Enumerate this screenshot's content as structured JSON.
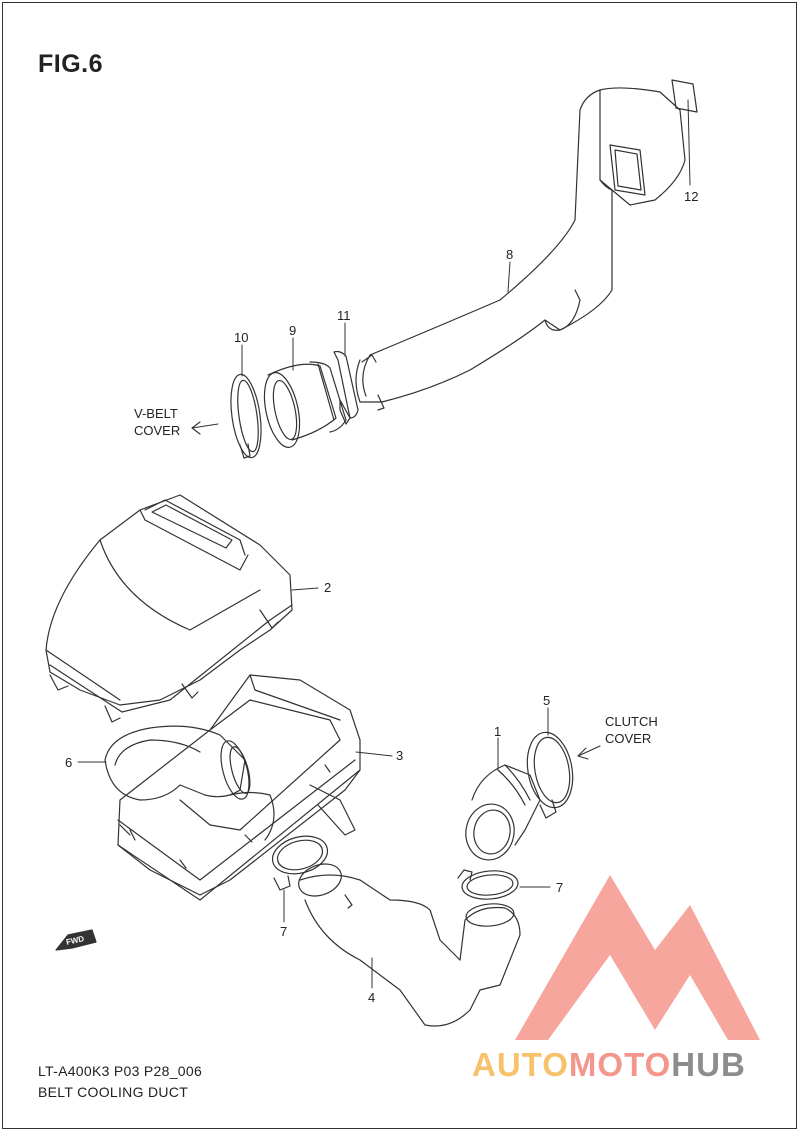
{
  "figure": {
    "title": "FIG.6",
    "footer_line1": "LT-A400K3 P03 P28_006",
    "footer_line2": "BELT COOLING DUCT"
  },
  "callouts": [
    {
      "id": "c1",
      "text": "1"
    },
    {
      "id": "c2",
      "text": "2"
    },
    {
      "id": "c3",
      "text": "3"
    },
    {
      "id": "c4",
      "text": "4"
    },
    {
      "id": "c5",
      "text": "5"
    },
    {
      "id": "c6",
      "text": "6"
    },
    {
      "id": "c7a",
      "text": "7"
    },
    {
      "id": "c7b",
      "text": "7"
    },
    {
      "id": "c8",
      "text": "8"
    },
    {
      "id": "c9",
      "text": "9"
    },
    {
      "id": "c10",
      "text": "10"
    },
    {
      "id": "c11",
      "text": "11"
    },
    {
      "id": "c12",
      "text": "12"
    }
  ],
  "directions": {
    "vbelt_line1": "V-BELT",
    "vbelt_line2": "COVER",
    "clutch_line1": "CLUTCH",
    "clutch_line2": "COVER",
    "fwd": "FWD"
  },
  "watermark": {
    "part1": "AUTO",
    "part2": "MOTO",
    "part3": "HUB",
    "colors": {
      "auto": "#f6c26b",
      "moto": "#f4968c",
      "hub": "#8d8d8d",
      "triangle": "#f4968c"
    }
  }
}
